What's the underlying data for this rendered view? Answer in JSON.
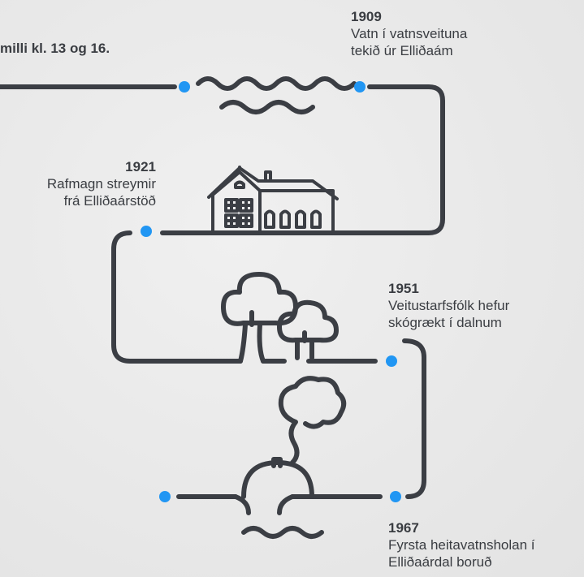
{
  "header_note": "milli kl. 13 og 16.",
  "events": [
    {
      "year": "1909",
      "line1": "Vatn í vatnsveituna",
      "line2": "tekið úr Elliðaám"
    },
    {
      "year": "1921",
      "line1": "Rafmagn streymir",
      "line2": "frá Elliðaárstöð"
    },
    {
      "year": "1951",
      "line1": "Veitustarfsfólk hefur",
      "line2": "skógrækt í dalnum"
    },
    {
      "year": "1967",
      "line1": "Fyrsta heitavatnsholan í",
      "line2": "Elliðaárdal boruð"
    }
  ],
  "colors": {
    "line": "#3b3e44",
    "dot": "#2196f3",
    "background": "#ebebeb"
  },
  "icons": [
    "river-waves-icon",
    "house-icon",
    "trees-icon",
    "hot-spring-icon"
  ]
}
